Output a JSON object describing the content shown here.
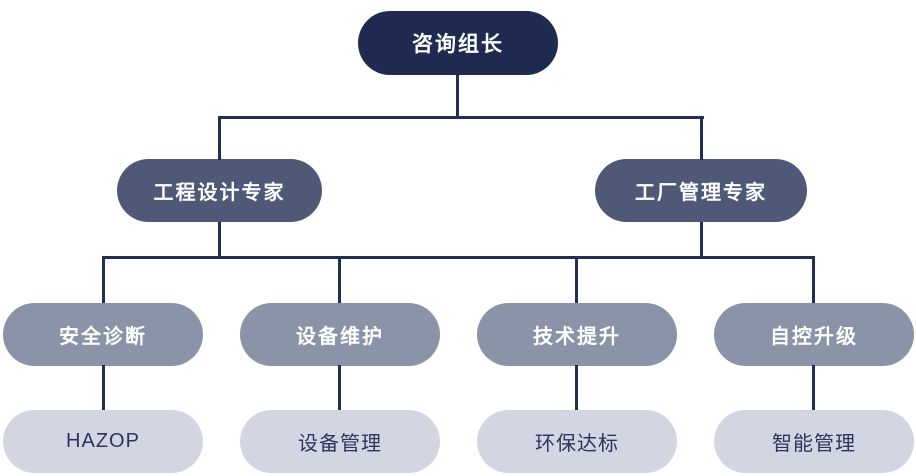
{
  "colors": {
    "background": "#ffffff",
    "root_fill": "#1f2a50",
    "level2_fill": "#4f5977",
    "level3_fill": "#8b93a8",
    "level4_fill": "#d3d6e2",
    "node_text_light": "#ffffff",
    "level4_text": "#2b355e",
    "connector": "#232e55"
  },
  "org_chart": {
    "type": "tree",
    "root": {
      "label": "咨询组长"
    },
    "level2": [
      {
        "label": "工程设计专家",
        "parent": "咨询组长"
      },
      {
        "label": "工厂管理专家",
        "parent": "咨询组长"
      }
    ],
    "level3": [
      {
        "label": "安全诊断"
      },
      {
        "label": "设备维护"
      },
      {
        "label": "技术提升"
      },
      {
        "label": "自控升级"
      }
    ],
    "level4": [
      {
        "label": "HAZOP",
        "parent": "安全诊断"
      },
      {
        "label": "设备管理",
        "parent": "设备维护"
      },
      {
        "label": "环保达标",
        "parent": "技术提升"
      },
      {
        "label": "智能管理",
        "parent": "自控升级"
      }
    ]
  }
}
